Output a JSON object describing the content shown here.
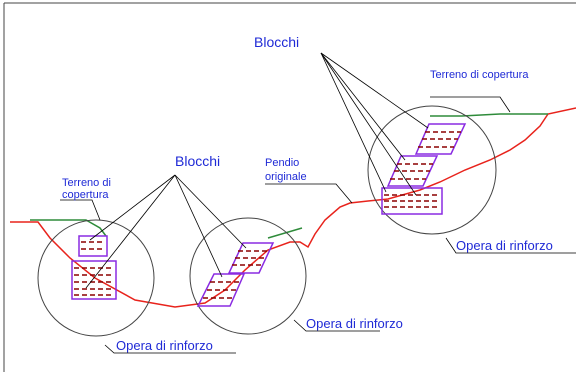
{
  "labels": {
    "blocks_label": "Blocchi",
    "cover_soil_label": "Terreno di copertura",
    "cover_soil_left_line1": "Terreno di",
    "cover_soil_left_line2": "copertura",
    "original_slope_line1": "Pendio",
    "original_slope_line2": "originale",
    "reinforcement_label": "Opera di rinforzo"
  },
  "colors": {
    "ground_profile": "#e8231c",
    "cover_soil": "#2e8b3a",
    "block_outline": "#8a2be2",
    "block_hatch": "#8b0000",
    "label_text": "#1f2ad6",
    "frame": "#444444",
    "leader": "#000000"
  }
}
